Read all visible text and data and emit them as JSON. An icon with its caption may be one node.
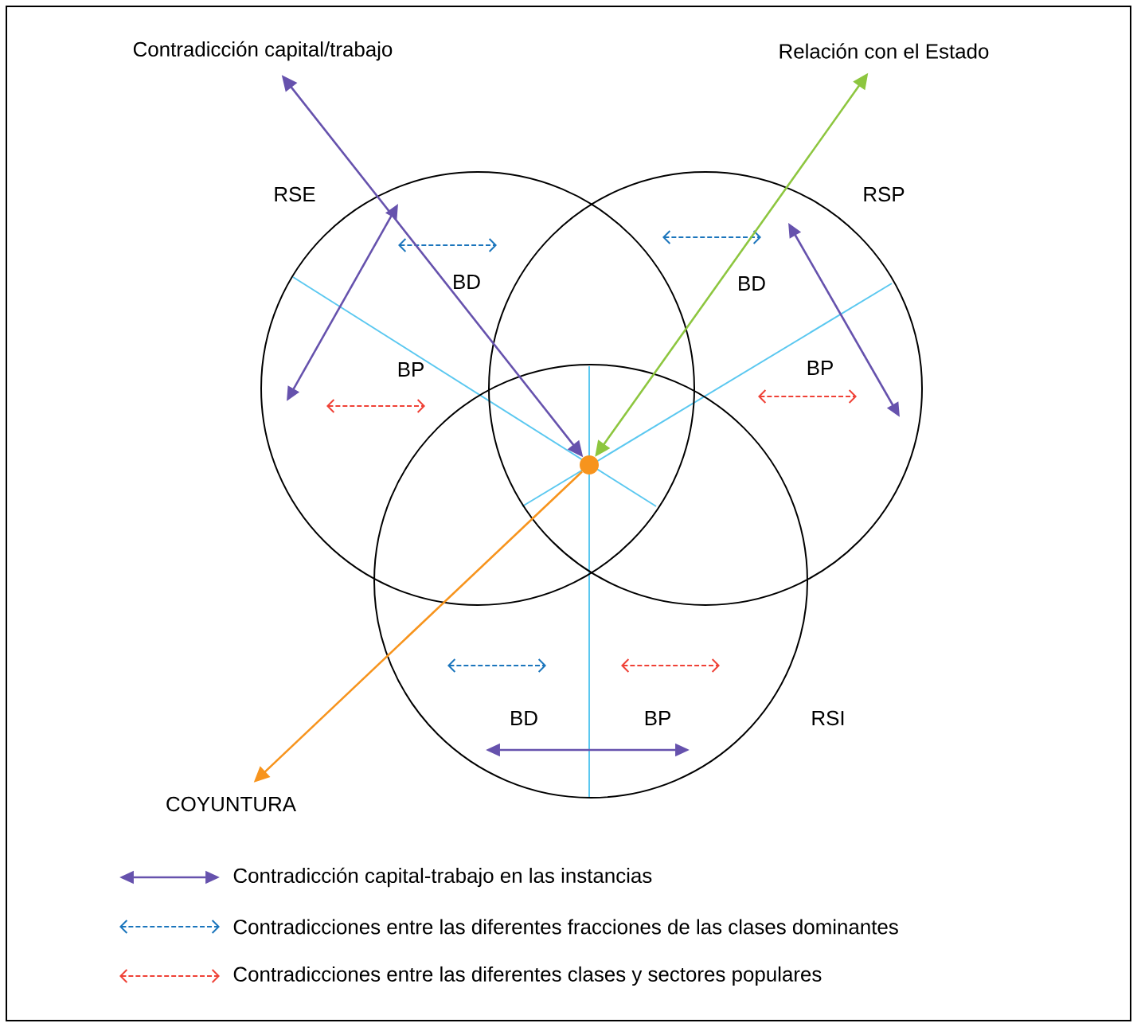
{
  "diagram": {
    "nodes": [
      {
        "text": [],
        "shape": "circle"
      },
      {
        "text": [
          "Contradicción capital/trabajo"
        ]
      },
      {
        "text": [
          "Relación con el Estado"
        ]
      },
      {
        "text": [
          "COYUNTURA"
        ]
      }
    ],
    "edges": [
      {
        "from": 1,
        "to": 0,
        "arrow": "both",
        "color": "#6652ad"
      },
      {
        "from": 2,
        "to": 0,
        "arrow": "both",
        "color": "#8dc63f"
      },
      {
        "from": 0,
        "to": 3,
        "arrow": "to",
        "color": "#f7941d"
      }
    ],
    "labels": [
      "RSE",
      "RSP",
      "BD",
      "BD",
      "BP",
      "BP",
      "BD",
      "BP",
      "RSI"
    ],
    "legend": [
      {
        "text": "Contradicción capital-trabajo en las instancias"
      },
      {
        "text": "Contradicciones entre las diferentes fracciones de las clases dominantes"
      },
      {
        "text": "Contradicciones entre las diferentes clases y sectores populares"
      }
    ]
  }
}
